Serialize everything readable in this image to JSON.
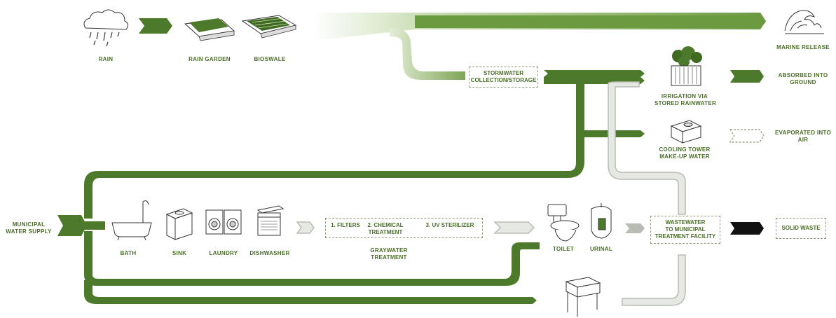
{
  "colors": {
    "dark_green": "#4d7a2a",
    "mid_green": "#6b9a40",
    "light_green": "#c9ddb2",
    "gray": "#b8bcb4",
    "outline": "#8a9a78",
    "black": "#111111",
    "label": "#4a6e26"
  },
  "sources": {
    "rain": "RAIN",
    "rain_garden": "RAIN GARDEN",
    "bioswale": "BIOSWALE",
    "municipal_line1": "MUNICIPAL",
    "municipal_line2": "WATER SUPPLY"
  },
  "storage": {
    "line1": "STORMWATER",
    "line2": "COLLECTION/STORAGE"
  },
  "uses": {
    "irrigation_line1": "IRRIGATION VIA",
    "irrigation_line2": "STORED RAINWATER",
    "cooling_line1": "COOLING TOWER",
    "cooling_line2": "MAKE-UP WATER",
    "bath": "BATH",
    "sink": "SINK",
    "laundry": "LAUNDRY",
    "dishwasher": "DISHWASHER",
    "toilet": "TOILET",
    "urinal": "URINAL"
  },
  "treatment": {
    "step1": "1. FILTERS",
    "step2_line1": "2. CHEMICAL",
    "step2_line2": "TREATMENT",
    "step3": "3. UV STERILIZER",
    "caption_line1": "GRAYWATER",
    "caption_line2": "TREATMENT"
  },
  "wastewater": {
    "line1": "WASTEWATER",
    "line2": "TO MUNICIPAL",
    "line3": "TREATMENT FACILITY"
  },
  "outcomes": {
    "marine": "MARINE RELEASE",
    "absorbed_line1": "ABSORBED INTO",
    "absorbed_line2": "GROUND",
    "evaporated_line1": "EVAPORATED INTO",
    "evaporated_line2": "AIR",
    "solid": "SOLID WASTE"
  },
  "icons": [
    "rain-cloud-icon",
    "rain-garden-icon",
    "bioswale-icon",
    "wave-icon",
    "planter-icon",
    "cooling-tower-icon",
    "bathtub-icon",
    "sink-icon",
    "washer-dryer-icon",
    "dishwasher-icon",
    "toilet-icon",
    "urinal-icon",
    "utility-sink-icon"
  ]
}
